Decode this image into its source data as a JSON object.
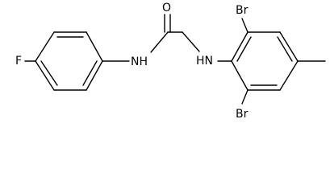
{
  "molecule": {
    "atoms": {
      "fluorine": "F",
      "amide_nitrogen": "NH",
      "carbonyl_oxygen": "O",
      "amine_nitrogen": "HN",
      "bromine_top": "Br",
      "bromine_bottom": "Br"
    }
  }
}
